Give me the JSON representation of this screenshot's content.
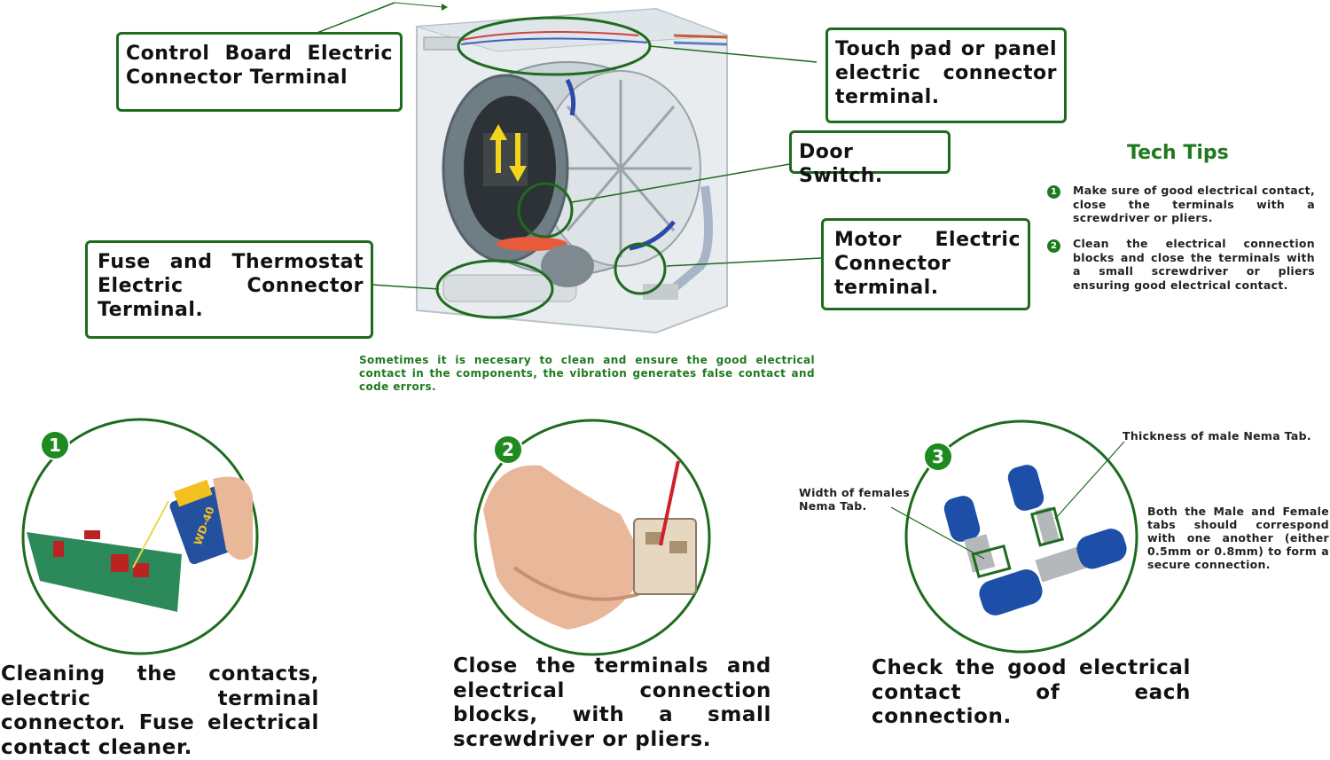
{
  "callouts": {
    "control_board": "Control Board Electric Connector Terminal",
    "touch_pad": "Touch pad or panel electric connector terminal.",
    "door_switch": "Door Switch.",
    "fuse_thermostat": "Fuse and Thermostat Electric Connector Terminal.",
    "motor": "Motor Electric Connector terminal."
  },
  "note": "Sometimes it is necesary to clean and ensure the good electrical contact in the components, the vibration generates false contact and code errors.",
  "tech_tips": {
    "title": "Tech Tips",
    "items": [
      {
        "num": "1",
        "text": "Make sure of good electrical contact, close the terminals with a screwdriver or pliers."
      },
      {
        "num": "2",
        "text": "Clean the electrical connection blocks and close the terminals with a small screwdriver or pliers ensuring good electrical contact."
      }
    ]
  },
  "steps": [
    {
      "num": "1",
      "caption": "Cleaning the contacts, electric terminal connector. Fuse electrical contact cleaner."
    },
    {
      "num": "2",
      "caption": "Close the terminals and electrical connection blocks, with a small screwdriver or pliers."
    },
    {
      "num": "3",
      "caption": "Check the good electrical contact of each connection."
    }
  ],
  "step3_labels": {
    "female_width": "Width of females Nema Tab.",
    "male_thickness": "Thickness of male Nema Tab.",
    "correspond": "Both the Male and Female tabs should correspond with one another (either 0.5mm or 0.8mm) to form a secure connection."
  },
  "spray_brand": "WD-40",
  "colors": {
    "accent": "#1e6b1e",
    "note": "#1f7a1f",
    "terminal_blue": "#1d4fa8"
  }
}
